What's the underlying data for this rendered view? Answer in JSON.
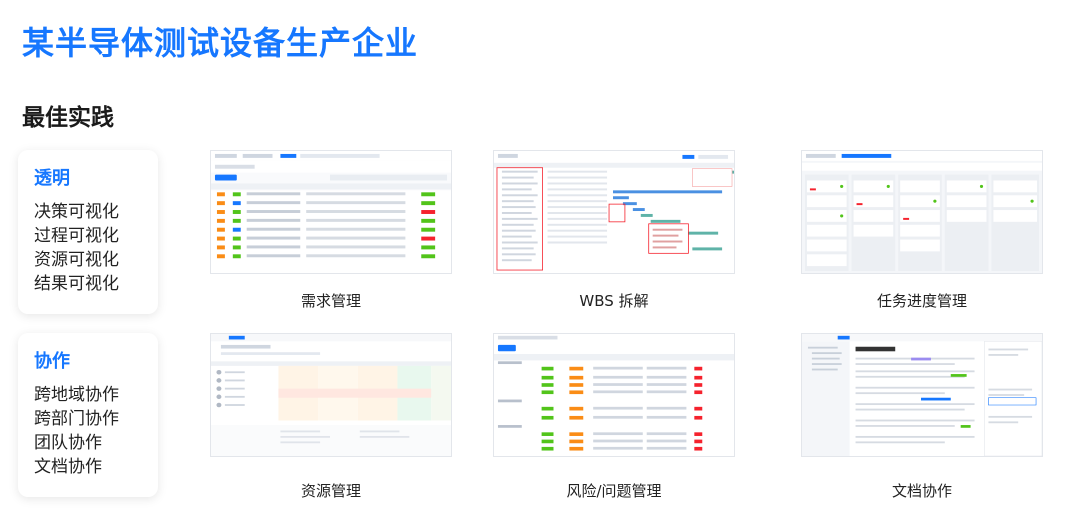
{
  "title": "某半导体测试设备生产企业",
  "subtitle": "最佳实践",
  "cards": [
    {
      "heading": "透明",
      "items": [
        "决策可视化",
        "过程可视化",
        "资源可视化",
        "结果可视化"
      ]
    },
    {
      "heading": "协作",
      "items": [
        "跨地域协作",
        "跨部门协作",
        "团队协作",
        "文档协作"
      ]
    }
  ],
  "screenshots": [
    {
      "caption": "需求管理"
    },
    {
      "caption": "WBS 拆解"
    },
    {
      "caption": "任务进度管理"
    },
    {
      "caption": "资源管理"
    },
    {
      "caption": "风险/问题管理"
    },
    {
      "caption": "文档协作"
    }
  ],
  "colors": {
    "accent": "#1677ff",
    "green": "#52c41a",
    "orange": "#fa8c16",
    "red": "#f5222d",
    "teal": "#5fb3a8"
  }
}
